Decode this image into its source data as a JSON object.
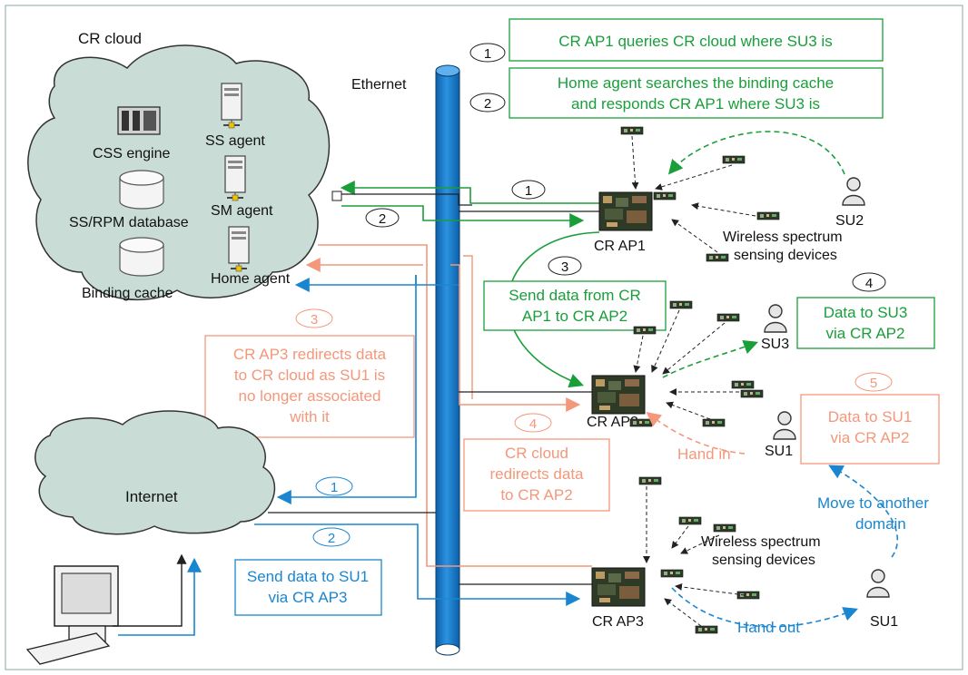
{
  "cloud": {
    "title": "CR cloud",
    "items": {
      "css": "CSS engine",
      "ss": "SS agent",
      "sm": "SM agent",
      "db": "SS/RPM database",
      "home": "Home agent",
      "bind": "Binding cache"
    }
  },
  "ethernet_label": "Ethernet",
  "internet_label": "Internet",
  "aps": {
    "ap1": "CR AP1",
    "ap2": "CR AP2",
    "ap3": "CR AP3"
  },
  "users": {
    "su1a": "SU1",
    "su1b": "SU1",
    "su2": "SU2",
    "su3": "SU3"
  },
  "sensing": {
    "line1": "Wireless spectrum",
    "line2": "sensing devices"
  },
  "steps": {
    "g1": "1",
    "g2": "2",
    "g1b": "1",
    "g2b": "2",
    "g3": "3",
    "g4": "4",
    "o3": "3",
    "o4": "4",
    "o5": "5",
    "b1": "1",
    "b2": "2"
  },
  "notes": {
    "g1": "CR AP1 queries CR cloud where SU3 is",
    "g2": [
      "Home agent searches the binding cache",
      "and responds CR AP1 where SU3 is"
    ],
    "g3": [
      "Send data from CR",
      "AP1 to CR AP2"
    ],
    "g4": [
      "Data to SU3",
      "via CR AP2"
    ],
    "o3": [
      "CR AP3 redirects data",
      "to CR cloud as SU1 is",
      "no longer associated",
      "with it"
    ],
    "o4": [
      "CR cloud",
      "redirects data",
      "to CR AP2"
    ],
    "o5": [
      "Data to SU1",
      "via CR AP2"
    ],
    "b2": [
      "Send data to SU1",
      "via CR AP3"
    ],
    "move": [
      "Move to another",
      "domain"
    ],
    "hand_in": "Hand in",
    "hand_out": "Hand out"
  },
  "colors": {
    "green": "#1a9e3a",
    "orange": "#f4977a",
    "blue": "#1a86d0",
    "cloud": "#c9ddd6",
    "ethernet": "#1a7fd0"
  }
}
